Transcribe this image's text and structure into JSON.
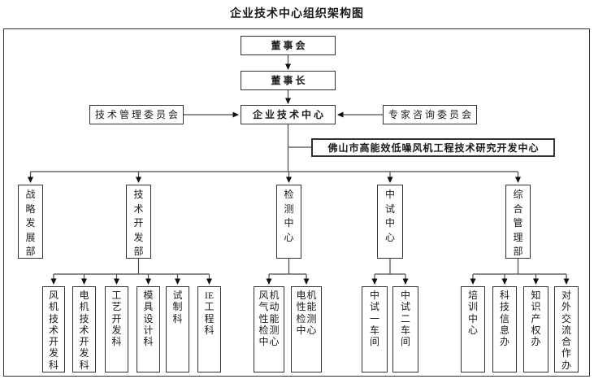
{
  "title": "企业技术中心组织架构图",
  "colors": {
    "background": "#ffffff",
    "text": "#1a1a1a",
    "border": "#333333",
    "line": "#4a4a4a",
    "arrow": "#111111"
  },
  "nodes": {
    "board": {
      "label": "董事会"
    },
    "chairman": {
      "label": "董事长"
    },
    "tech_center": {
      "label": "企业技术中心"
    },
    "tech_mgmt_committee": {
      "label": "技术管理委员会"
    },
    "expert_committee": {
      "label": "专家咨询委员会"
    },
    "foshan_rd_center": {
      "label": "佛山市高能效低噪风机工程技术研究开发中心"
    },
    "strategy_dept": {
      "label": "战略发展部",
      "lines": [
        "战",
        "略",
        "发",
        "展",
        "部"
      ]
    },
    "tech_dev_dept": {
      "label": "技术开发部",
      "lines": [
        "技",
        "术",
        "开",
        "发",
        "部"
      ]
    },
    "testing_center": {
      "label": "检测中心",
      "lines": [
        "检",
        "测",
        "中",
        "心"
      ]
    },
    "pilot_center": {
      "label": "中试中心",
      "lines": [
        "中",
        "试",
        "中",
        "心"
      ]
    },
    "admin_dept": {
      "label": "综合管理部",
      "lines": [
        "综",
        "合",
        "管",
        "理",
        "部"
      ]
    },
    "fan_tech_section": {
      "label": "风机技术开发科",
      "lines": [
        "风",
        "机",
        "技",
        "术",
        "开",
        "发",
        "科"
      ]
    },
    "motor_tech_section": {
      "label": "电机技术开发科",
      "lines": [
        "电",
        "机",
        "技",
        "术",
        "开",
        "发",
        "科"
      ]
    },
    "process_dev_section": {
      "label": "工艺开发科",
      "lines": [
        "工",
        "艺",
        "开",
        "发",
        "科"
      ]
    },
    "mold_design_section": {
      "label": "模具设计科",
      "lines": [
        "模",
        "具",
        "设",
        "计",
        "科"
      ]
    },
    "trial_section": {
      "label": "试制科",
      "lines": [
        "试",
        "制",
        "科"
      ]
    },
    "ie_section": {
      "label": "IE工程科",
      "lines": [
        "IE",
        "工",
        "程",
        "科"
      ]
    },
    "fan_aero_testing": {
      "label": "风机气动性能检测中心",
      "lines": [
        "风机",
        "气动",
        "性能",
        "检测",
        "中心"
      ]
    },
    "motor_perf_testing": {
      "label": "电机性能检测中心",
      "lines": [
        "电机",
        "性能",
        "检测",
        "中心"
      ]
    },
    "pilot_workshop_1": {
      "label": "中试一车间",
      "lines": [
        "中",
        "试",
        "一",
        "车",
        "间"
      ]
    },
    "pilot_workshop_2": {
      "label": "中试二车间",
      "lines": [
        "中",
        "试",
        "二",
        "车",
        "间"
      ]
    },
    "training_center": {
      "label": "培训中心",
      "lines": [
        "培",
        "训",
        "中",
        "心"
      ]
    },
    "sci_tech_info_office": {
      "label": "科技信息办",
      "lines": [
        "科",
        "技",
        "信",
        "息",
        "办"
      ]
    },
    "ip_office": {
      "label": "知识产权办",
      "lines": [
        "知",
        "识",
        "产",
        "权",
        "办"
      ]
    },
    "external_cooperation_office": {
      "label": "对外交流合作办",
      "lines": [
        "对",
        "外",
        "交",
        "流",
        "合",
        "作",
        "办"
      ]
    }
  }
}
